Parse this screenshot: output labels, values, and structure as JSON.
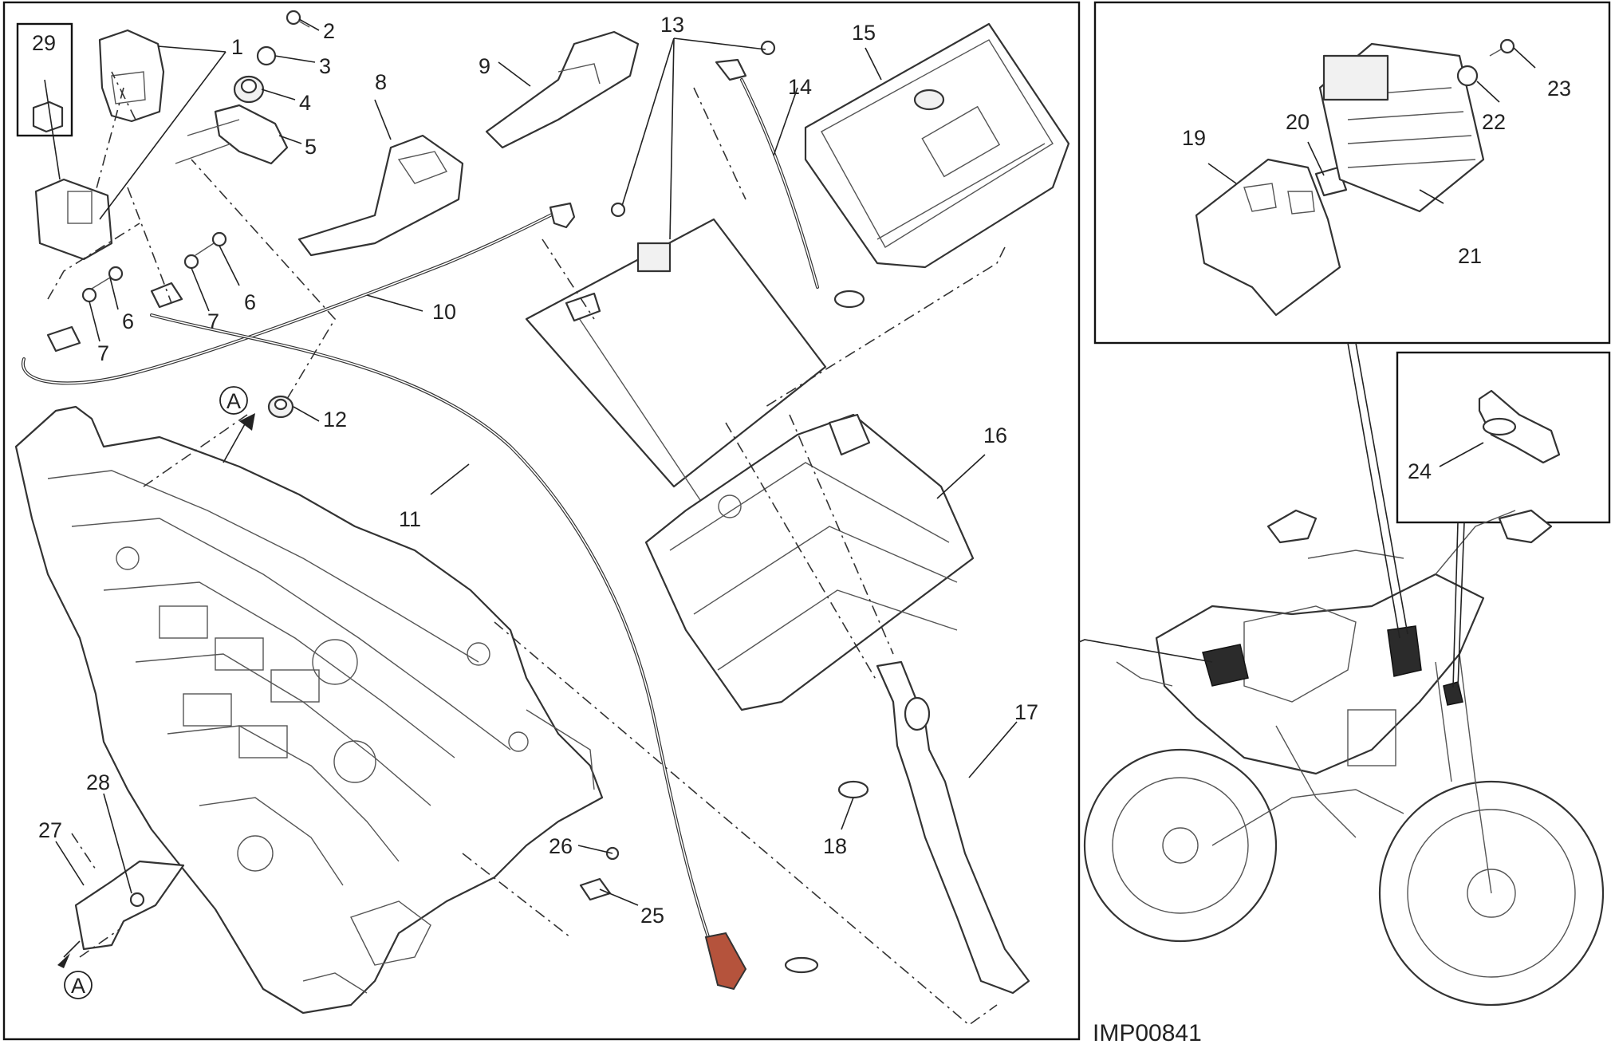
{
  "diagram": {
    "code": "IMP00841",
    "view_marker": "A",
    "callouts": [
      "1",
      "2",
      "3",
      "4",
      "5",
      "6",
      "6",
      "7",
      "7",
      "8",
      "9",
      "10",
      "11",
      "12",
      "13",
      "14",
      "15",
      "16",
      "17",
      "18",
      "19",
      "20",
      "21",
      "22",
      "23",
      "24",
      "25",
      "26",
      "27",
      "28",
      "29"
    ]
  },
  "colors": {
    "line": "#333333",
    "boot_red": "#b5533c",
    "dark_part": "#2b2b2b"
  }
}
